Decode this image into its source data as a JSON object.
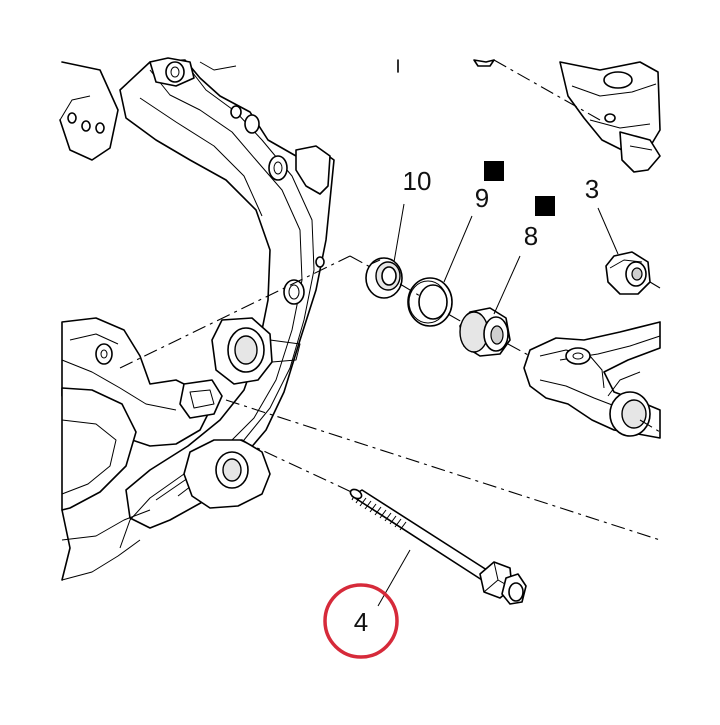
{
  "diagram": {
    "callouts": [
      {
        "id": "callout-10",
        "label": "10"
      },
      {
        "id": "callout-9",
        "label": "9"
      },
      {
        "id": "callout-8",
        "label": "8"
      },
      {
        "id": "callout-3",
        "label": "3"
      },
      {
        "id": "callout-4",
        "label": "4"
      }
    ],
    "markers": [
      {
        "id": "square-marker-9",
        "shape": "filled-square",
        "attached_to": "9"
      },
      {
        "id": "square-marker-8",
        "shape": "filled-square",
        "attached_to": "8"
      }
    ],
    "highlight": {
      "callout": "4",
      "color": "#d62a3a"
    },
    "colors": {
      "line": "#000000",
      "background": "#ffffff",
      "highlight": "#d62a3a"
    }
  }
}
